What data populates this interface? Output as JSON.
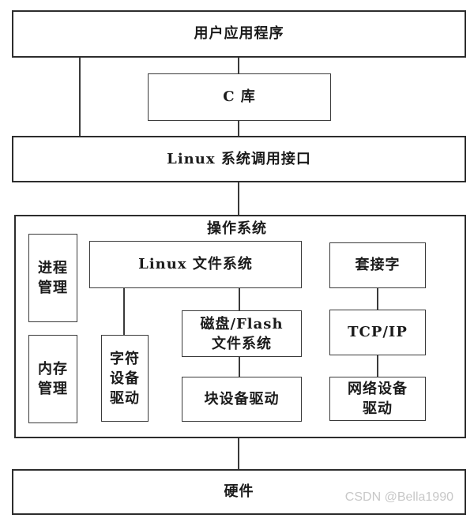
{
  "colors": {
    "background": "#ffffff",
    "border": "#2d2d2d",
    "text": "#1b1b1b",
    "watermark_gray": "#c8c8c8"
  },
  "layers": {
    "user_app": "用户应用程序",
    "c_library": "C 库",
    "syscall_interface": "Linux 系统调用接口",
    "os": {
      "title": "操作系统",
      "process_management": [
        "进程",
        "管理"
      ],
      "memory_management": [
        "内存",
        "管理"
      ],
      "linux_filesystem": "Linux 文件系统",
      "char_device_driver": [
        "字符",
        "设备",
        "驱动"
      ],
      "disk_flash_filesystem": [
        "磁盘/Flash",
        "文件系统"
      ],
      "block_device_driver": "块设备驱动",
      "socket": "套接字",
      "tcp_ip": "TCP/IP",
      "network_device_driver": [
        "网络设备",
        "驱动"
      ]
    },
    "hardware": "硬件"
  },
  "watermark": {
    "text": "CSDN @Bella1990"
  }
}
